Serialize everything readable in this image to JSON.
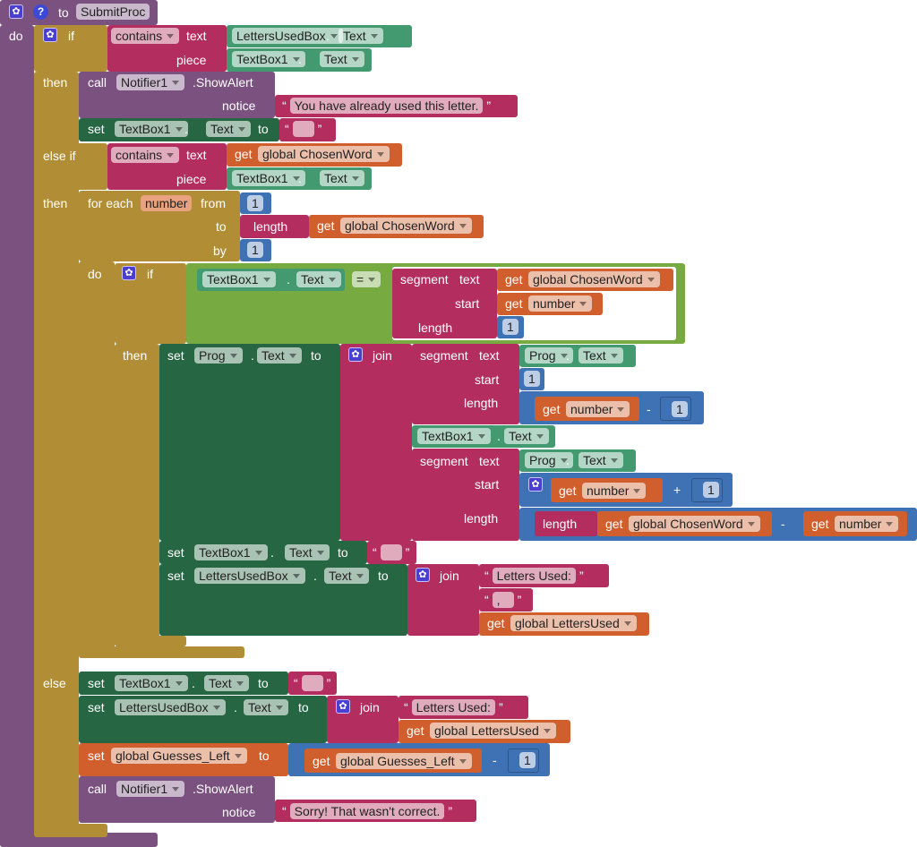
{
  "colors": {
    "procedure": "#7b5180",
    "control": "#b18e35",
    "text": "#b32d5e",
    "component_get": "#439970",
    "component_set": "#266643",
    "math": "#3f71b5",
    "variable": "#d05f2d",
    "logic": "#77ab41"
  },
  "keywords": {
    "to": "to",
    "do": "do",
    "if": "if",
    "then": "then",
    "else_if": "else if",
    "else": "else",
    "call": "call",
    "set": "set",
    "get": "get",
    "dot": ".",
    "text": "text",
    "piece": "piece",
    "join": "join",
    "segment": "segment",
    "start": "start",
    "length": "length",
    "open_quote": "“",
    "close_quote": "”",
    "minus": "-",
    "plus": "+",
    "notice": "notice",
    "show_alert": ".ShowAlert",
    "for_each": "for each",
    "from": "from",
    "by": "by"
  },
  "procedure": {
    "name": "SubmitProc"
  },
  "if_contains_1": {
    "op": "contains",
    "text_component": "LettersUsedBox",
    "text_property": "Text",
    "piece_component": "TextBox1",
    "piece_property": "Text"
  },
  "alert_1": {
    "component": "Notifier1",
    "message": "You have already used this letter."
  },
  "set_textbox_1": {
    "component": "TextBox1",
    "property": "Text",
    "value": ""
  },
  "elseif_contains_2": {
    "op": "contains",
    "text_variable": "global ChosenWord",
    "piece_component": "TextBox1",
    "piece_property": "Text"
  },
  "for_each": {
    "variable": "number",
    "from": "1",
    "length_variable": "global ChosenWord",
    "by": "1"
  },
  "compare": {
    "left_component": "TextBox1",
    "left_property": "Text",
    "op": "=",
    "segment_variable": "global ChosenWord",
    "start_variable": "number",
    "length": "1"
  },
  "set_prog": {
    "component": "Prog",
    "property": "Text",
    "seg1": {
      "component": "Prog",
      "property": "Text",
      "start": "1",
      "length_variable": "number",
      "length_minus": "1"
    },
    "middle": {
      "component": "TextBox1",
      "property": "Text"
    },
    "seg2": {
      "component": "Prog",
      "property": "Text",
      "start_variable": "number",
      "start_plus": "1",
      "length_variable": "global ChosenWord",
      "length_minus_variable": "number"
    }
  },
  "set_textbox_2": {
    "component": "TextBox1",
    "property": "Text",
    "value": ""
  },
  "set_letters_1": {
    "component": "LettersUsedBox",
    "property": "Text",
    "part1": "Letters Used: ",
    "part2": ", ",
    "part3_variable": "global LettersUsed"
  },
  "set_textbox_3": {
    "component": "TextBox1",
    "property": "Text",
    "value": ""
  },
  "set_letters_2": {
    "component": "LettersUsedBox",
    "property": "Text",
    "part1": "Letters Used: ",
    "part2_variable": "global LettersUsed"
  },
  "set_guesses": {
    "variable": "global Guesses_Left",
    "get_variable": "global Guesses_Left",
    "minus": "1"
  },
  "alert_2": {
    "component": "Notifier1",
    "message": "Sorry! That wasn't correct."
  }
}
